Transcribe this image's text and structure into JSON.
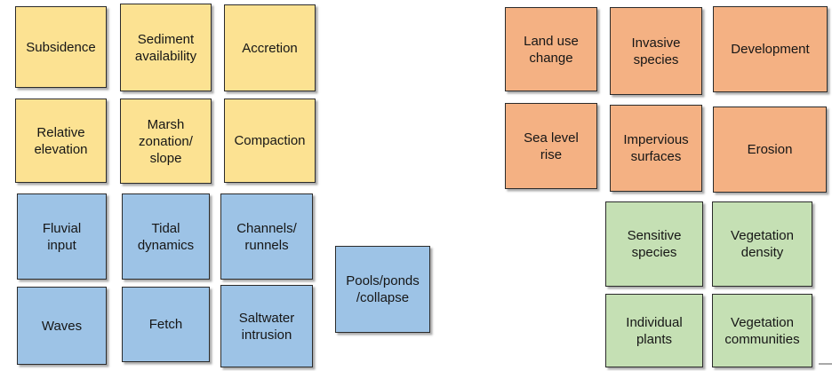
{
  "colors": {
    "yellow": "#FCE292",
    "blue": "#9DC3E6",
    "orange": "#F4B183",
    "green": "#C5E0B4",
    "border": "#2B2B2B",
    "background": "#FFFFFF",
    "cropped_edge": "#A9A9A9",
    "text": "#161616"
  },
  "boxes": [
    {
      "label": "Subsidence",
      "category": "yellow"
    },
    {
      "label": "Sediment\navailability",
      "category": "yellow"
    },
    {
      "label": "Accretion",
      "category": "yellow"
    },
    {
      "label": "Relative\nelevation",
      "category": "yellow"
    },
    {
      "label": "Marsh\nzonation/\nslope",
      "category": "yellow"
    },
    {
      "label": "Compaction",
      "category": "yellow"
    },
    {
      "label": "Fluvial\ninput",
      "category": "blue"
    },
    {
      "label": "Tidal\ndynamics",
      "category": "blue"
    },
    {
      "label": "Channels/\nrunnels",
      "category": "blue"
    },
    {
      "label": "Waves",
      "category": "blue"
    },
    {
      "label": "Fetch",
      "category": "blue"
    },
    {
      "label": "Saltwater\nintrusion",
      "category": "blue"
    },
    {
      "label": "Pools/ponds\n/collapse",
      "category": "blue"
    },
    {
      "label": "Land use\nchange",
      "category": "orange"
    },
    {
      "label": "Invasive\nspecies",
      "category": "orange"
    },
    {
      "label": "Development",
      "category": "orange"
    },
    {
      "label": "Sea level\nrise",
      "category": "orange"
    },
    {
      "label": "Impervious\nsurfaces",
      "category": "orange"
    },
    {
      "label": "Erosion",
      "category": "orange"
    },
    {
      "label": "Sensitive\nspecies",
      "category": "green"
    },
    {
      "label": "Vegetation\ndensity",
      "category": "green"
    },
    {
      "label": "Individual\nplants",
      "category": "green"
    },
    {
      "label": "Vegetation\ncommunities",
      "category": "green"
    }
  ]
}
